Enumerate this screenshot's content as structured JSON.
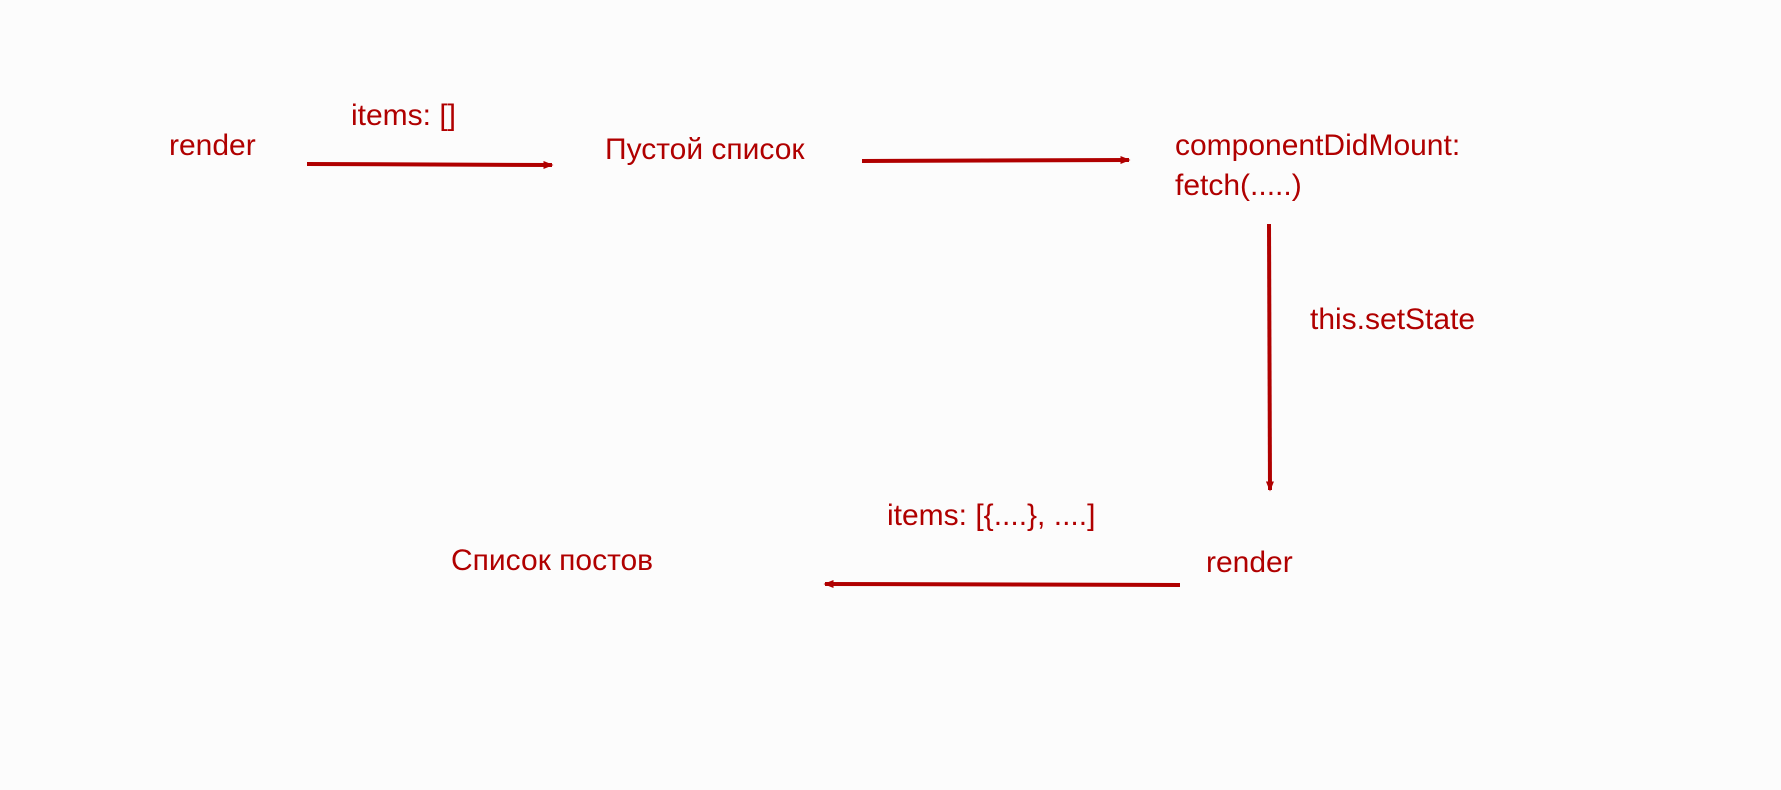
{
  "diagram": {
    "color": "#b00000",
    "nodes": {
      "render_start": "render",
      "empty_list": "Пустой список",
      "component_did_mount": "componentDidMount:",
      "fetch_call": "fetch(.....)",
      "render_after": "render",
      "posts_list": "Список постов"
    },
    "edges": {
      "items_empty": "items: []",
      "set_state": "this.setState",
      "items_filled": "items: [{....}, ....]"
    }
  }
}
